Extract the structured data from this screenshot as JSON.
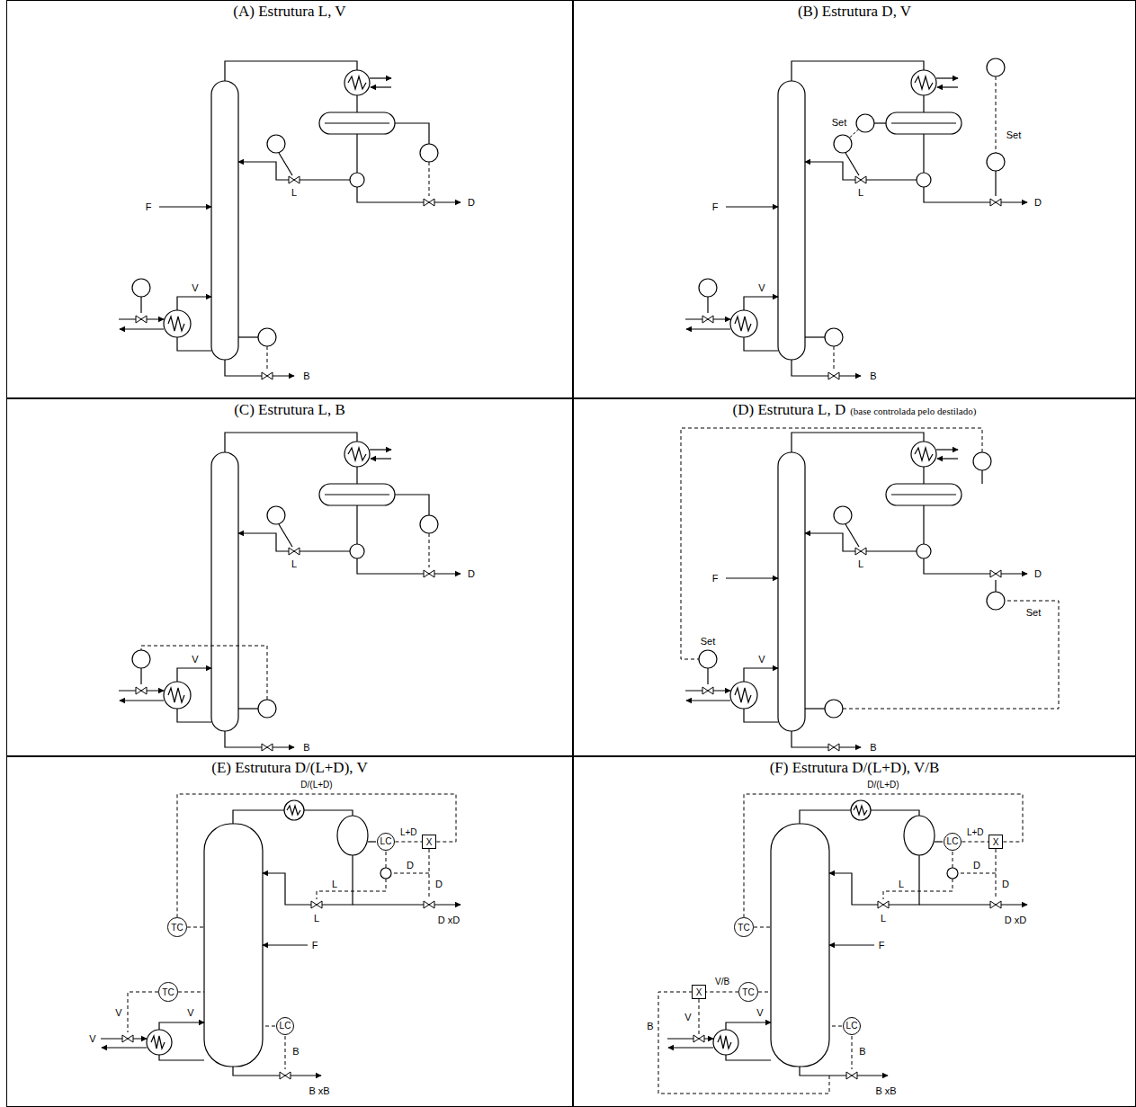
{
  "diagram": {
    "nodes": [
      {
        "text": [
          "(A) Estrutura L, V"
        ]
      },
      {
        "text": [
          "(B) Estrutura D, V"
        ]
      },
      {
        "text": [
          "(C) Estrutura L, B"
        ]
      },
      {
        "text": [
          "(D) Estrutura L, D",
          "(base controlada pelo destilado)"
        ]
      },
      {
        "text": [
          "(E) Estrutura D/(L+D), V"
        ]
      },
      {
        "text": [
          "(F) Estrutura D/(L+D), V/B"
        ]
      },
      {
        "text": [
          "TC"
        ],
        "in": 4
      },
      {
        "text": [
          "LC"
        ],
        "in": 4
      },
      {
        "text": [
          "X"
        ],
        "in": 4
      },
      {
        "text": [
          "TC"
        ],
        "in": 4
      },
      {
        "text": [
          "LC"
        ],
        "in": 4
      },
      {
        "text": [
          "TC"
        ],
        "in": 5
      },
      {
        "text": [
          "LC"
        ],
        "in": 5
      },
      {
        "text": [
          "X"
        ],
        "in": 5
      },
      {
        "text": [
          "X"
        ],
        "in": 5
      },
      {
        "text": [
          "TC"
        ],
        "in": 5
      },
      {
        "text": [
          "LC"
        ],
        "in": 5
      }
    ],
    "edges": [
      {
        "from": 6,
        "to": 8,
        "arrow": "none",
        "label": "D/(L+D)"
      },
      {
        "from": 7,
        "to": 8,
        "arrow": "none",
        "label": "L+D"
      },
      {
        "from": 11,
        "to": 13,
        "arrow": "none",
        "label": "D/(L+D)"
      },
      {
        "from": 12,
        "to": 13,
        "arrow": "none",
        "label": "L+D"
      },
      {
        "from": 15,
        "to": 14,
        "arrow": "none",
        "label": "V/B"
      }
    ],
    "labels": [
      "F",
      "L",
      "D",
      "V",
      "B",
      "Set",
      "Set",
      "L",
      "F",
      "D",
      "V",
      "B",
      "L",
      "V",
      "B",
      "D",
      "Set",
      "Set",
      "L",
      "F",
      "V",
      "B",
      "D",
      "D",
      "D",
      "L",
      "L",
      "F",
      "D xD",
      "V",
      "V",
      "V",
      "B",
      "B xB",
      "D",
      "D",
      "L",
      "L",
      "F",
      "D xD",
      "B",
      "V",
      "V",
      "B",
      "B xB"
    ]
  }
}
